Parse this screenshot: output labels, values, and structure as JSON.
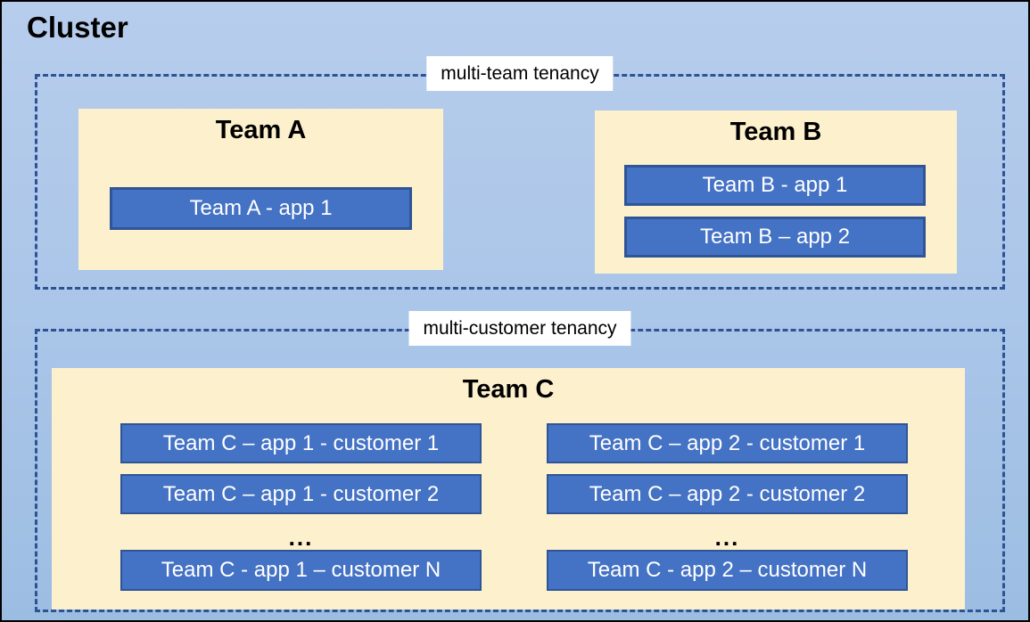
{
  "cluster": {
    "title": "Cluster"
  },
  "sections": {
    "multi_team": {
      "label": "multi-team tenancy"
    },
    "multi_customer": {
      "label": "multi-customer tenancy"
    }
  },
  "teams": {
    "team_a": {
      "title": "Team A",
      "apps": [
        "Team A - app 1"
      ]
    },
    "team_b": {
      "title": "Team B",
      "apps": [
        "Team B - app 1",
        "Team B – app 2"
      ]
    },
    "team_c": {
      "title": "Team C",
      "columns": [
        {
          "apps": [
            "Team C – app 1 - customer 1",
            "Team C – app 1 - customer 2"
          ],
          "ellipsis": "...",
          "app_n": "Team C - app 1 – customer N"
        },
        {
          "apps": [
            "Team C – app 2 - customer 1",
            "Team C – app 2 - customer 2"
          ],
          "ellipsis": "...",
          "app_n": "Team C - app 2 – customer N"
        }
      ]
    }
  },
  "colors": {
    "canvas-top": "#b7cdec",
    "canvas-mid": "#a9c5e8",
    "canvas-bottom": "#9cbde2",
    "team-fill": "#fdf0cd",
    "app-fill": "#4472c4",
    "app-border": "#2f5597",
    "dashed-border": "#2e5395",
    "label-bg": "#ffffff",
    "title-text": "#000000",
    "app-text": "#ffffff"
  }
}
